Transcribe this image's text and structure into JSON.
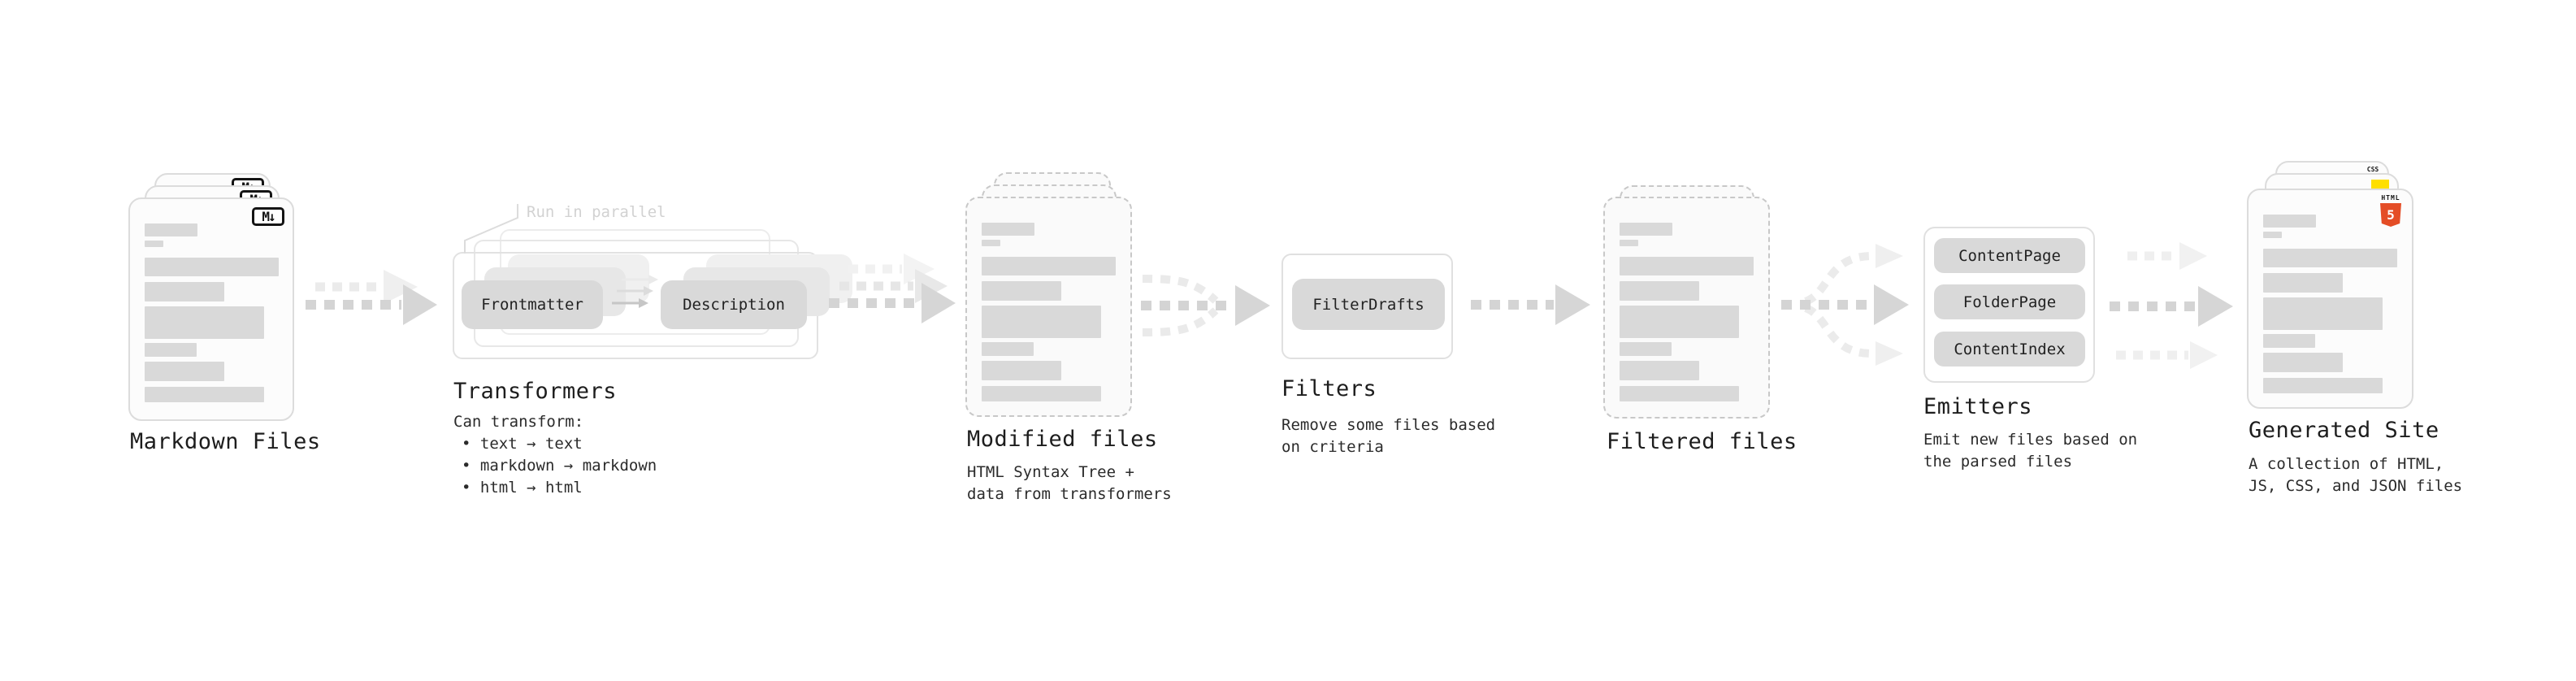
{
  "stages": {
    "markdown": {
      "label": "Markdown Files",
      "badge": "M↓"
    },
    "transformers": {
      "label": "Transformers",
      "note": "Run in parallel",
      "frontmatter_btn": "Frontmatter",
      "description_btn": "Description",
      "body_title": "Can transform:",
      "bullets": [
        "• text → text",
        "• markdown → markdown",
        "• html → html"
      ]
    },
    "modified": {
      "label": "Modified files",
      "description": "HTML Syntax Tree +\ndata from transformers"
    },
    "filters": {
      "label": "Filters",
      "button": "FilterDrafts",
      "description": "Remove some files based\non criteria"
    },
    "filtered": {
      "label": "Filtered files"
    },
    "emitters": {
      "label": "Emitters",
      "buttons": [
        "ContentPage",
        "FolderPage",
        "ContentIndex"
      ],
      "description": "Emit new files based on\nthe parsed files"
    },
    "generated": {
      "label": "Generated Site",
      "description": "A collection of HTML,\nJS, CSS, and JSON files",
      "badge_css": "CSS",
      "badge_html_word": "HTML",
      "badge_html_num": "5"
    }
  },
  "colors": {
    "bar": "#d9d9d9",
    "arrow_main": "#d4d4d4",
    "arrow_ghost": "#ebebeb",
    "html5_orange": "#e44d26",
    "js_yellow": "#ffdf00",
    "css_blue": "#2864f0"
  }
}
